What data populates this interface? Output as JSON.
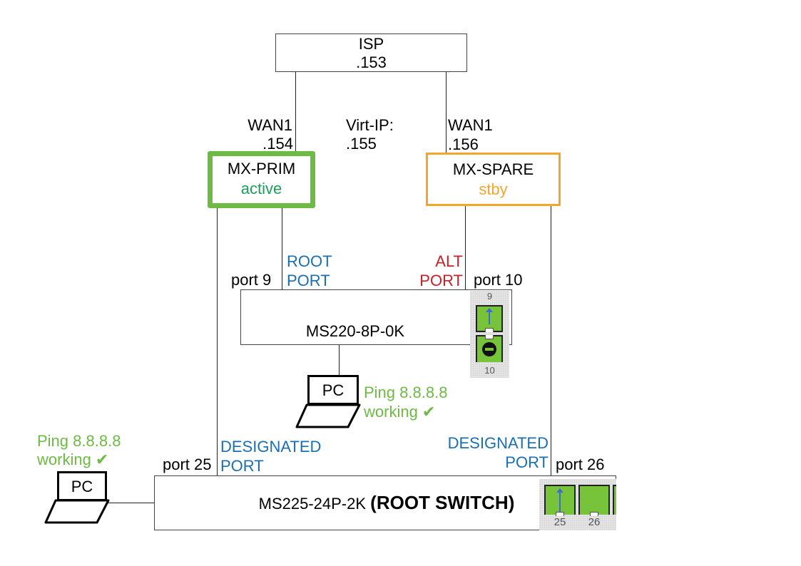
{
  "isp": {
    "name": "ISP",
    "ip": ".153"
  },
  "mx_prim": {
    "name": "MX-PRIM",
    "status": "active",
    "wan_label": "WAN1",
    "wan_ip": ".154",
    "border_color": "#6dbb45",
    "status_color": "#1aa05a"
  },
  "mx_spare": {
    "name": "MX-SPARE",
    "status": "stby",
    "wan_label": "WAN1",
    "wan_ip": ".156",
    "border_color": "#f4a62a",
    "status_color": "#f4a62a"
  },
  "virt_ip": {
    "label": "Virt-IP:",
    "ip": ".155"
  },
  "ms220": {
    "name": "MS220-8P-0K",
    "port_left": "port 9",
    "port_right": "port 10",
    "root_port": [
      "ROOT",
      "PORT"
    ],
    "alt_port": [
      "ALT",
      "PORT"
    ],
    "panel_ports": [
      {
        "number": "9",
        "state": "uplink"
      },
      {
        "number": "10",
        "state": "blocked"
      }
    ]
  },
  "ms225": {
    "name": "MS225-24P-2K",
    "role": "(ROOT SWITCH)",
    "port_left": "port 25",
    "port_right": "port 26",
    "designated_left": [
      "DESIGNATED",
      "PORT"
    ],
    "designated_right": [
      "DESIGNATED",
      "PORT"
    ],
    "panel_ports": [
      {
        "number": "25",
        "state": "uplink"
      },
      {
        "number": "26",
        "state": "forwarding"
      }
    ]
  },
  "pc_ms220": {
    "label": "PC",
    "status_line1": "Ping 8.8.8.8",
    "status_line2": "working ✔"
  },
  "pc_ms225": {
    "label": "PC",
    "status_line1": "Ping 8.8.8.8",
    "status_line2": "working ✔"
  },
  "colors": {
    "root": "#1a6fb3",
    "alt": "#c8202a",
    "ok": "#6dbb45"
  }
}
